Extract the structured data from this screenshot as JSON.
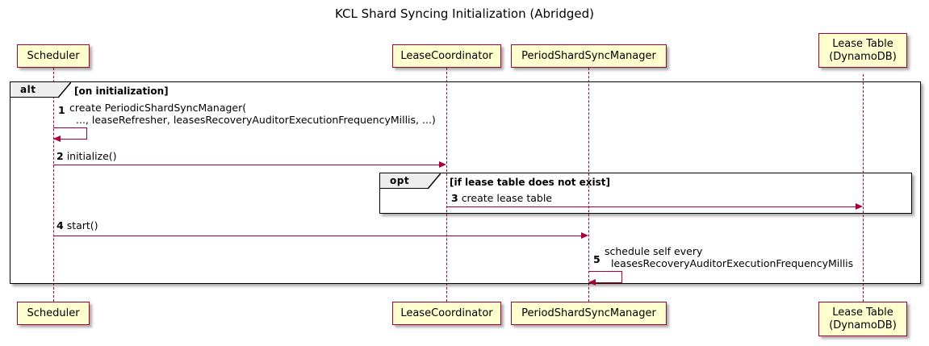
{
  "diagram": {
    "title": "KCL Shard Syncing Initialization (Abridged)",
    "type": "uml-sequence-diagram"
  },
  "participants": [
    {
      "id": "scheduler",
      "label_line1": "Scheduler",
      "label_line2": ""
    },
    {
      "id": "lease-coordinator",
      "label_line1": "LeaseCoordinator",
      "label_line2": ""
    },
    {
      "id": "period-shard-sync-manager",
      "label_line1": "PeriodShardSyncManager",
      "label_line2": ""
    },
    {
      "id": "lease-table",
      "label_line1": "Lease Table",
      "label_line2": "(DynamoDB)"
    }
  ],
  "fragments": [
    {
      "id": "alt",
      "operator": "alt",
      "guard": "[on initialization]"
    },
    {
      "id": "opt",
      "operator": "opt",
      "guard": "[if lease table does not exist]"
    }
  ],
  "messages": [
    {
      "number": "1",
      "from": "scheduler",
      "to": "scheduler",
      "self": true,
      "text_line1": "create PeriodicShardSyncManager(",
      "text_line2": "..., leaseRefresher, leasesRecoveryAuditorExecutionFrequencyMillis, ...)"
    },
    {
      "number": "2",
      "from": "scheduler",
      "to": "lease-coordinator",
      "self": false,
      "text_line1": "initialize()",
      "text_line2": ""
    },
    {
      "number": "3",
      "from": "lease-coordinator",
      "to": "lease-table",
      "self": false,
      "text_line1": "create lease table",
      "text_line2": ""
    },
    {
      "number": "4",
      "from": "scheduler",
      "to": "period-shard-sync-manager",
      "self": false,
      "text_line1": "start()",
      "text_line2": ""
    },
    {
      "number": "5",
      "from": "period-shard-sync-manager",
      "to": "period-shard-sync-manager",
      "self": true,
      "text_line1": "schedule self every",
      "text_line2": "leasesRecoveryAuditorExecutionFrequencyMillis"
    }
  ],
  "colors": {
    "participant_fill": "#FEFECE",
    "participant_border": "#A80036",
    "arrow": "#A80036",
    "frame_border": "#000000",
    "frame_label_fill": "#EEEEEE",
    "background": "#FFFFFF"
  }
}
